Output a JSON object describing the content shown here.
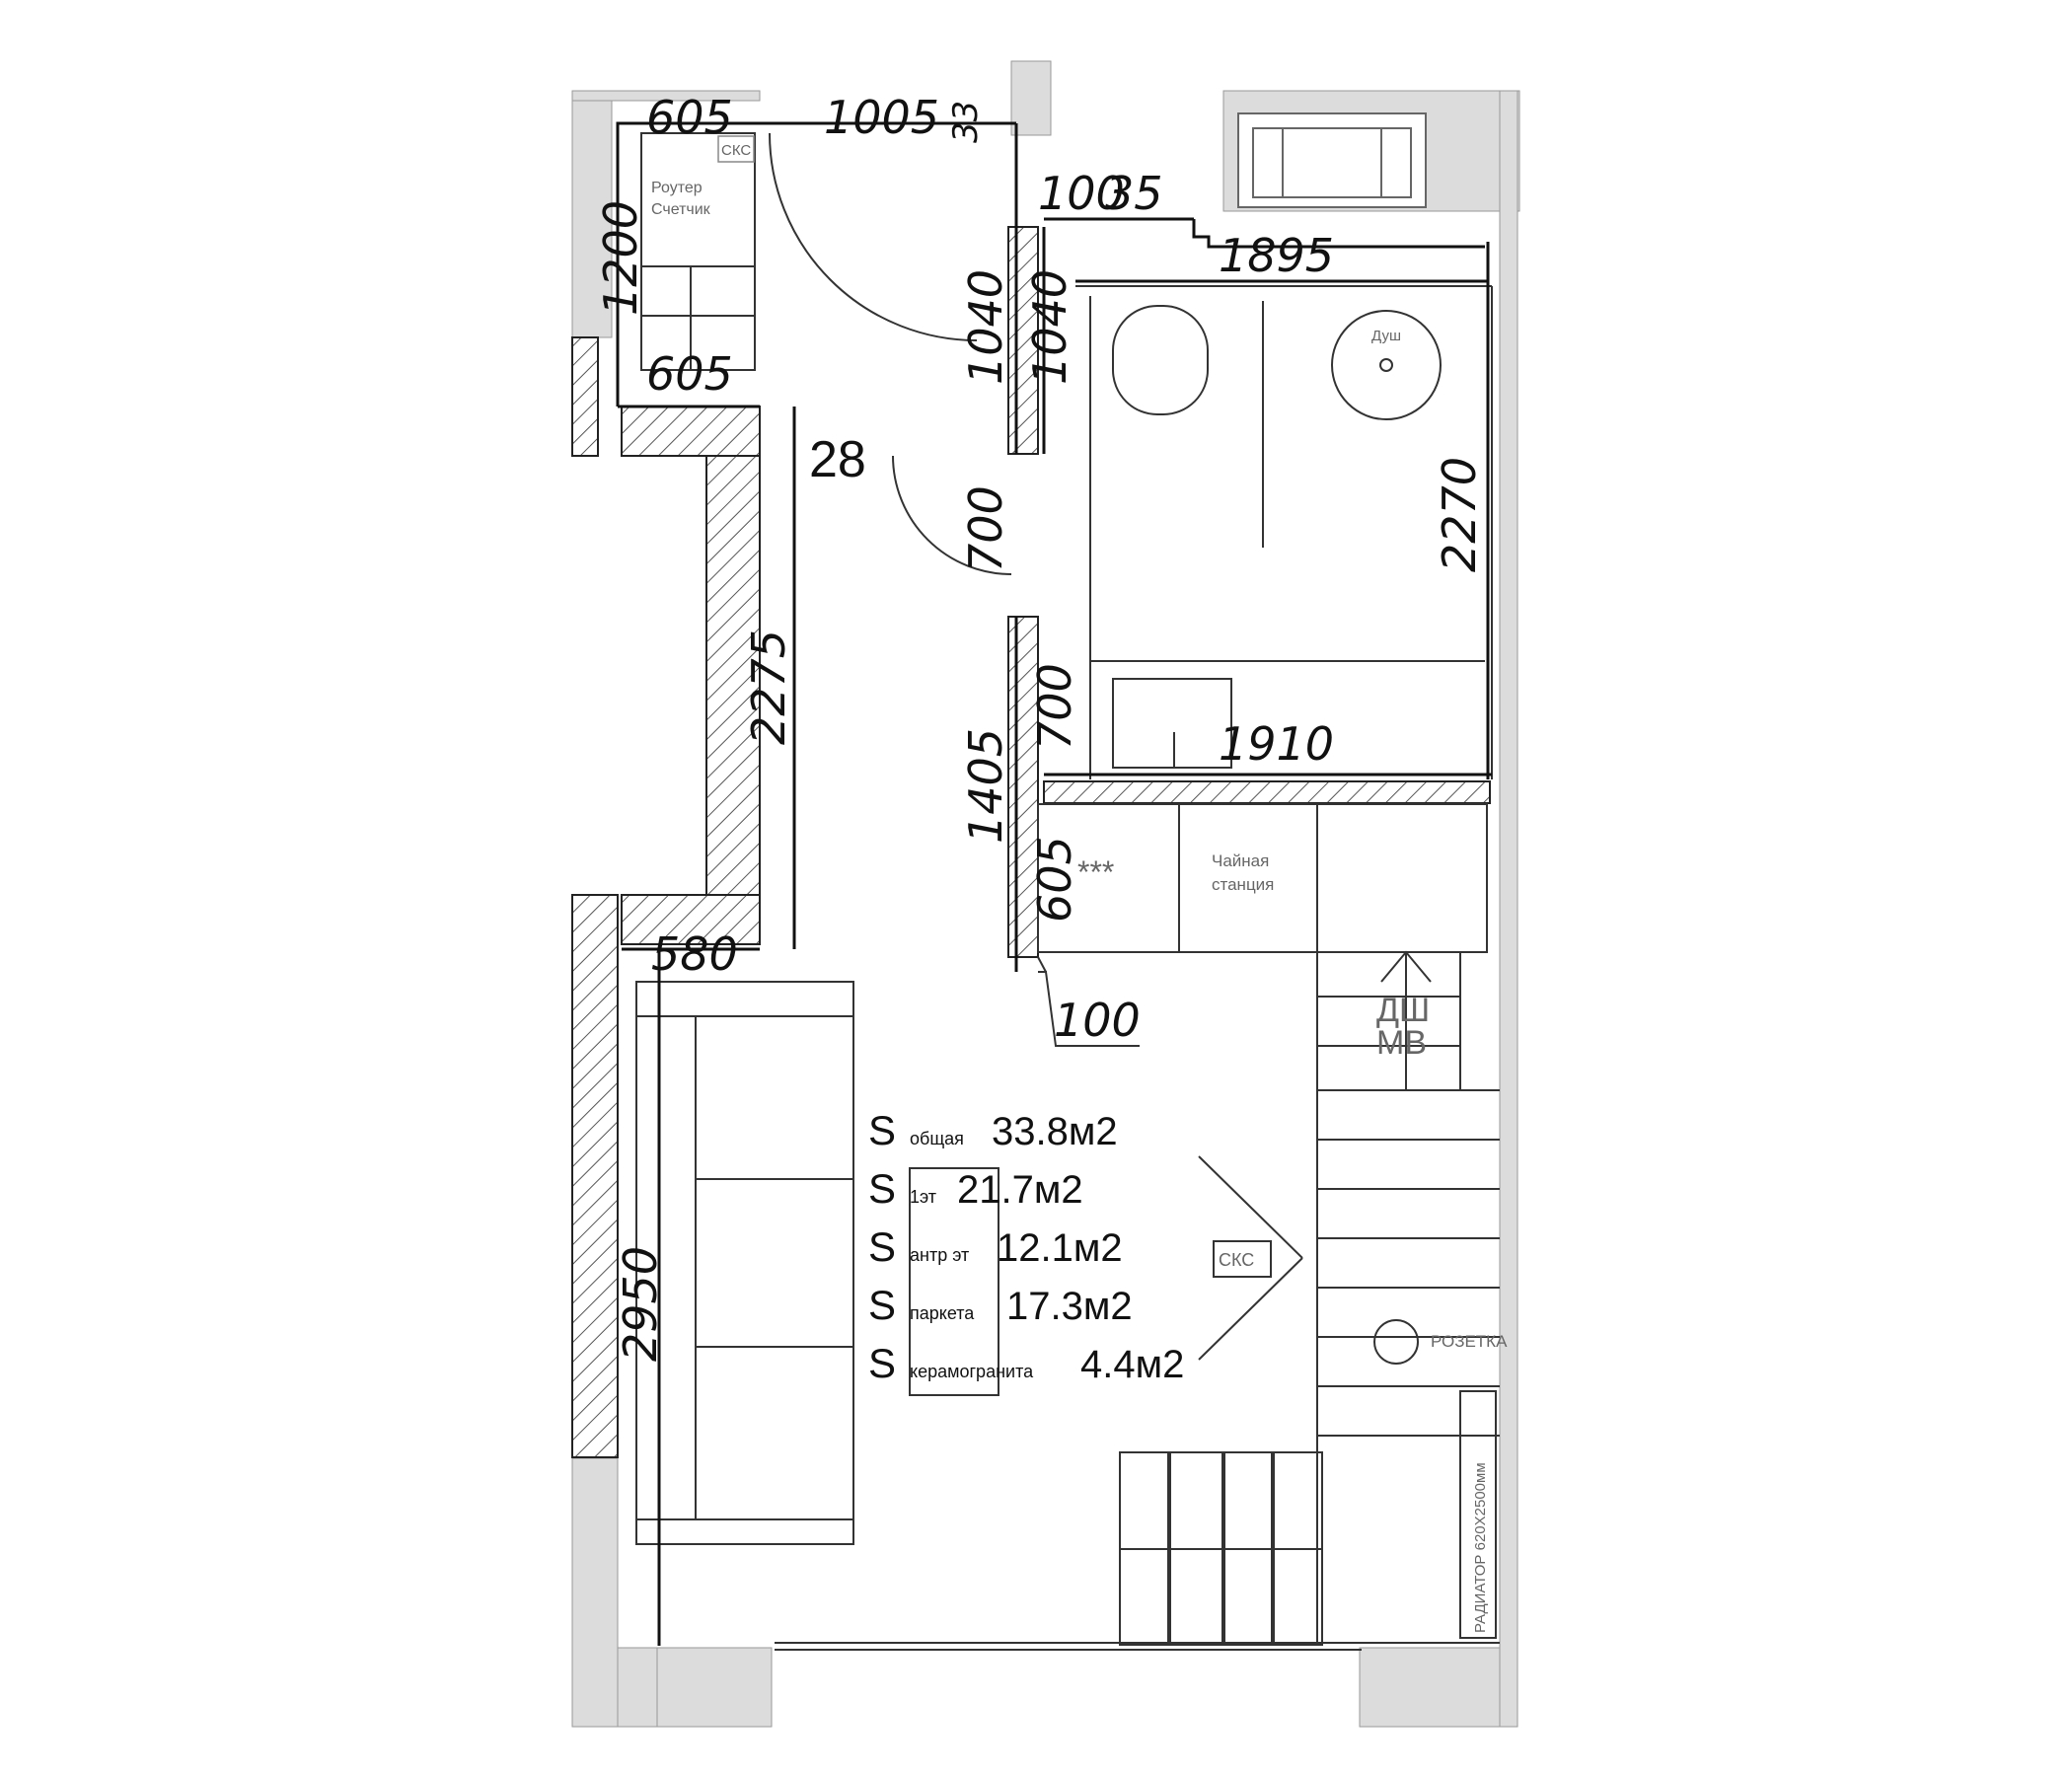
{
  "room_number": "28",
  "dimensions": {
    "d605_top": "605",
    "d1005": "1005",
    "d33": "33",
    "d1200": "1200",
    "d605_mid": "605",
    "d1040_a": "1040",
    "d1040_b": "1040",
    "d100_top": "100",
    "d35": "35",
    "d1895": "1895",
    "d2270": "2270",
    "d700_door": "700",
    "d700_wall": "700",
    "d1910": "1910",
    "d1405": "1405",
    "d605_low": "605",
    "d2275": "2275",
    "d580": "580",
    "d100_bottom": "100",
    "d2950": "2950"
  },
  "labels": {
    "cks_top": "СКС",
    "router_line1": "Роутер",
    "router_line2": "Счетчик",
    "shower": "Душ",
    "stars": "***",
    "tea_line1": "Чайная",
    "tea_line2": "станция",
    "dsh": "ДШ",
    "mv": "МВ",
    "cks_mid": "СКС",
    "socket": "РОЗЕТКА",
    "radiator": "РАДИАТОР 620Х2500мм"
  },
  "areas": [
    {
      "s": "S",
      "sub": "общая",
      "value": "33.8м2",
      "muted": false
    },
    {
      "s": "S",
      "sub": "1эт",
      "value": "21.7м2",
      "muted": false
    },
    {
      "s": "S",
      "sub": "антр эт",
      "value": "12.1м2",
      "muted": false
    },
    {
      "s": "S",
      "sub": "паркета",
      "value": "17.3м2",
      "muted": true
    },
    {
      "s": "S",
      "sub": "керамогранита",
      "value": "4.4м2",
      "muted": false
    }
  ],
  "colors": {
    "line": "#111111",
    "grey_fill": "#dcdcdc",
    "hatch": "#555555",
    "muted_text": "#8a8a8a"
  }
}
